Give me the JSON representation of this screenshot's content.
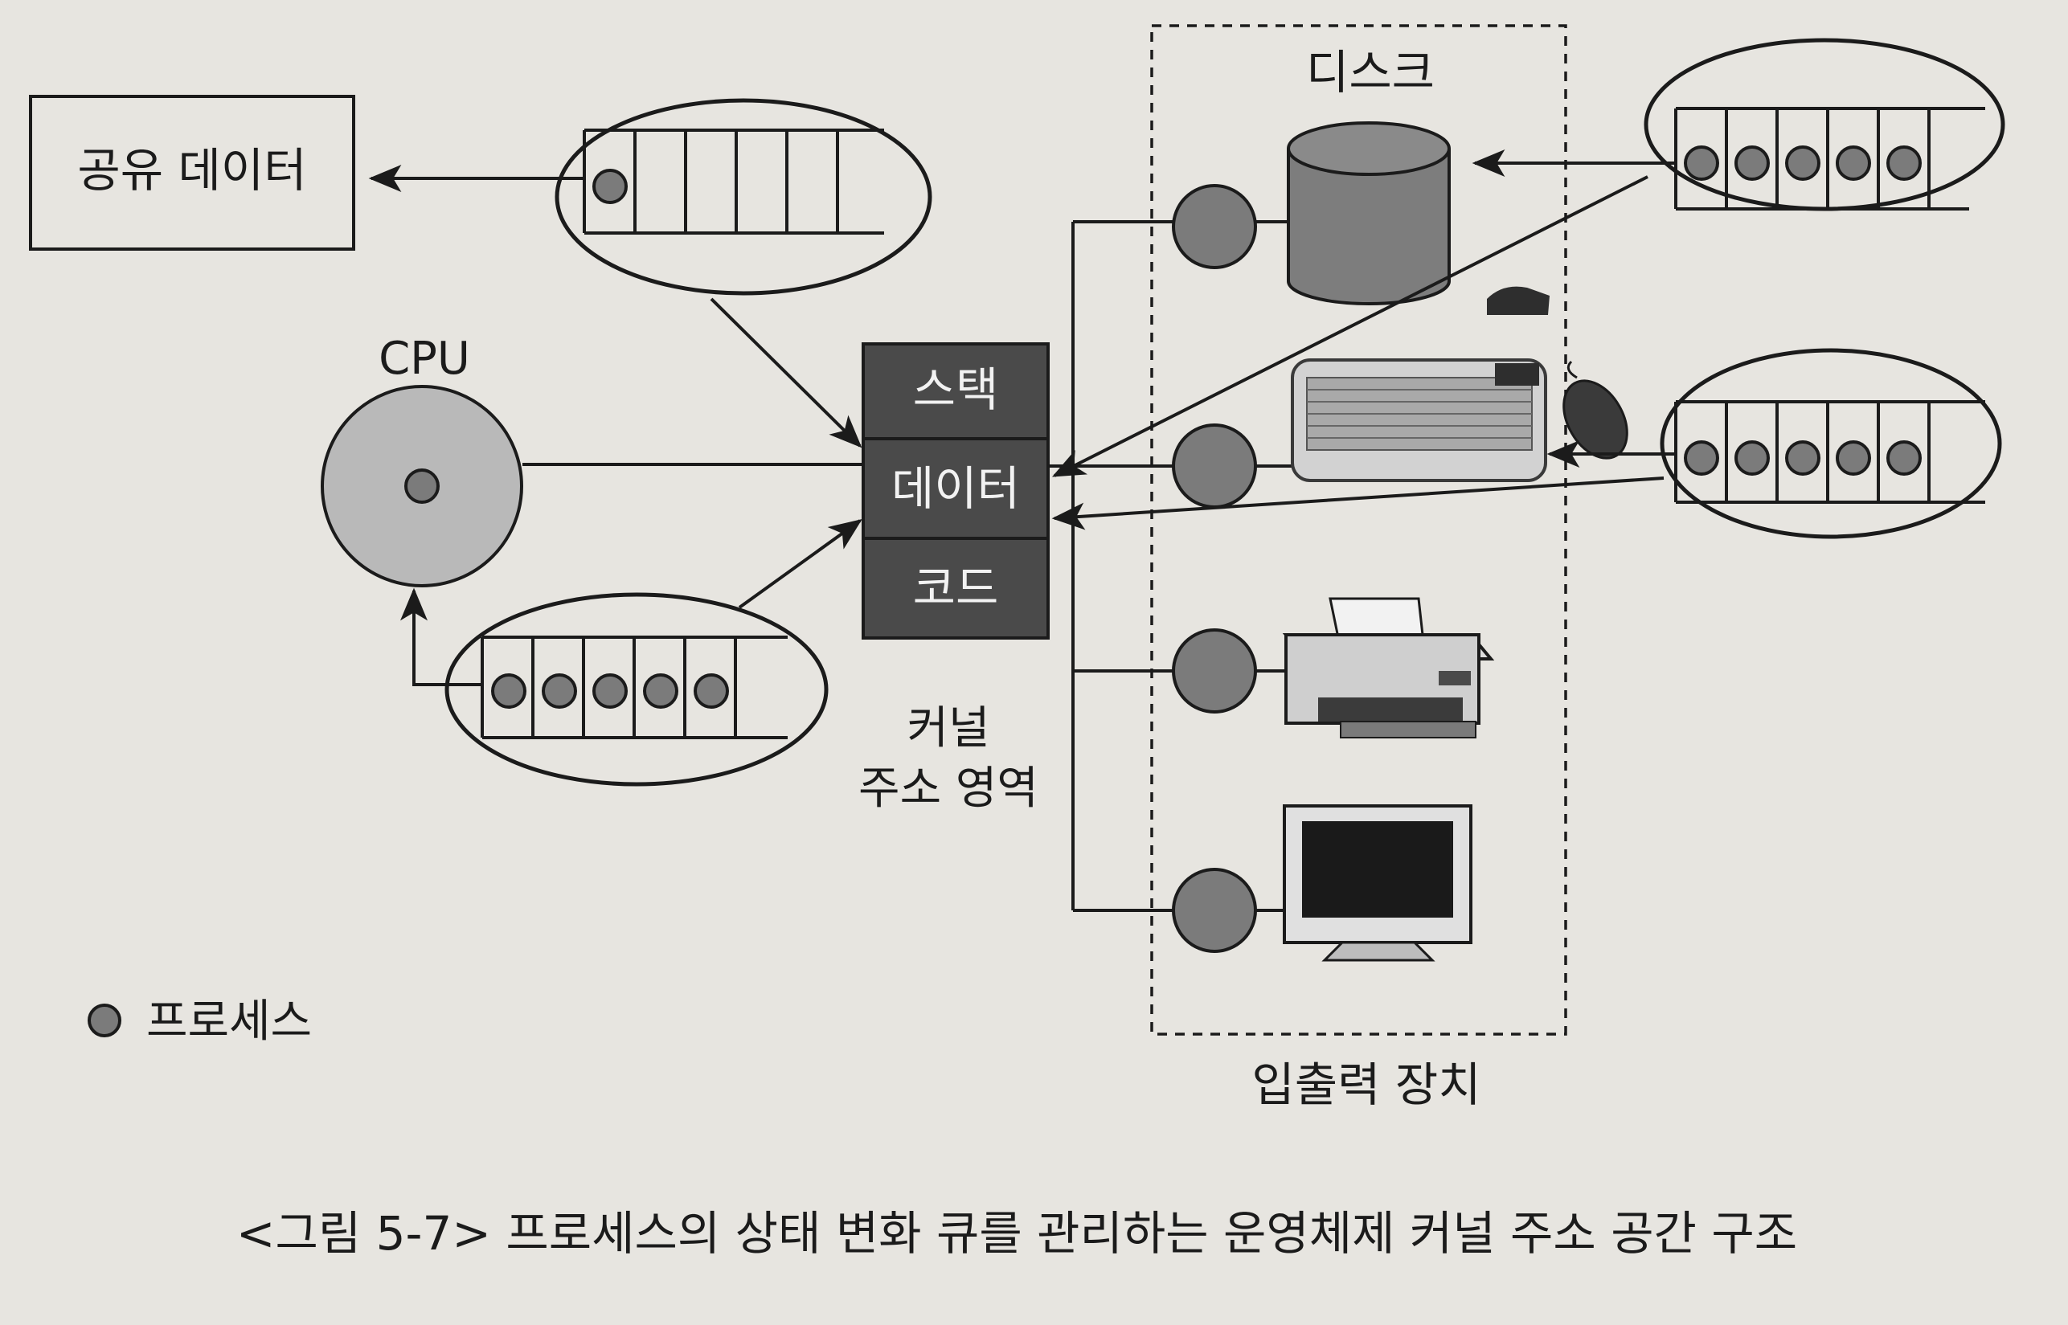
{
  "shared_data": {
    "label": "공유 데이터"
  },
  "cpu": {
    "label": "CPU"
  },
  "kernel": {
    "segments": [
      "스택",
      "데이터",
      "코드"
    ],
    "caption_line1": "커널",
    "caption_line2": "주소 영역"
  },
  "io": {
    "disk_label": "디스크",
    "group_label": "입출력 장치"
  },
  "legend": {
    "label": "프로세스"
  },
  "caption": "<그림 5-7> 프로세스의 상태 변화 큐를 관리하는 운영체제 커널 주소 공간 구조",
  "queues": {
    "shared_data_queue": 1,
    "cpu_ready_queue": 5,
    "disk_queue": 5,
    "keyboard_queue": 5
  },
  "icons": [
    "disk-icon",
    "keyboard-icon",
    "mouse-icon",
    "printer-icon",
    "monitor-icon"
  ],
  "colors": {
    "background": "#e7e5e0",
    "ink": "#1b1b1b",
    "process_fill": "#7b7b7b",
    "kernel_fill": "#4a4a4a",
    "kernel_text": "#f2f2f2"
  }
}
